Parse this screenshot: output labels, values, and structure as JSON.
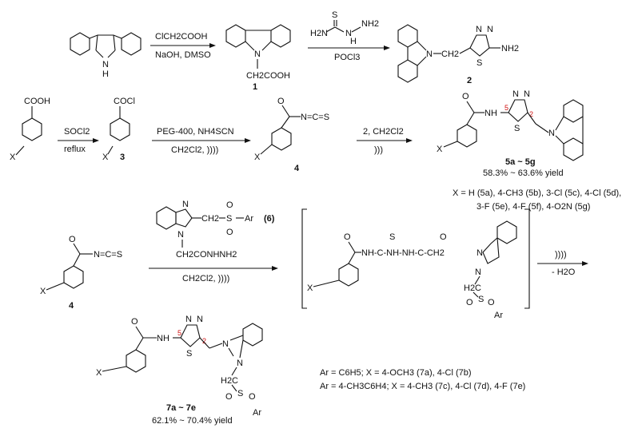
{
  "row1": {
    "reagent1_top": "ClCH2COOH",
    "reagent1_bottom": "NaOH, DMSO",
    "compound1_label": "1",
    "compound1_group": "CH2COOH",
    "nh_label": "H",
    "n_label": "N",
    "thiosemicarbazide": {
      "s": "S",
      "h2n": "H2N",
      "nh": "N",
      "h": "H",
      "nh2": "NH2"
    },
    "reagent2_bottom": "POCl3",
    "compound2_label": "2",
    "compound2_nh2": "NH2",
    "compound2_s": "S",
    "compound2_ch2": "CH2"
  },
  "row2": {
    "cooh": "COOH",
    "reagent3_top": "SOCl2",
    "reagent3_bottom": "reflux",
    "cocl": "COCl",
    "compound3_label": "3",
    "reagent4_top": "PEG-400, NH4SCN",
    "reagent4_bottom": "CH2Cl2, ))))",
    "isothiocyanate": "N=C=S",
    "compound4_label": "4",
    "reagent5_top": "2, CH2Cl2",
    "reagent5_bottom": ")))",
    "product_nh": "NH",
    "product_label": "5a ~ 5g",
    "yield": "58.3% ~ 63.6% yield",
    "pos5": "5",
    "pos2": "2",
    "x_label": "X",
    "o_label": "O",
    "substituents_line1": "X = H (5a), 4-CH3 (5b), 3-Cl (5c), 4-Cl (5d),",
    "substituents_line2": "3-F (5e), 4-F (5f), 4-O2N (5g)"
  },
  "row3": {
    "isothiocyanate": "N=C=S",
    "compound4_label": "4",
    "reagent6_group": "CH2",
    "reagent6_so2": "S",
    "reagent6_ar": "Ar",
    "reagent6_label": "(6)",
    "reagent6_sub": "CH2CONHNH2",
    "reagent6_bottom": "CH2Cl2, ))))",
    "intermediate_chain": "NH-C-NH-NH-C-CH2",
    "intermediate_s": "S",
    "intermediate_h2c": "H2C",
    "intermediate_ar": "Ar",
    "reagent7_top": "))))",
    "reagent7_bottom": "- H2O"
  },
  "row4": {
    "product_nh": "NH",
    "pos5": "5",
    "pos2": "2",
    "product_label": "7a ~ 7e",
    "yield": "62.1% ~ 70.4% yield",
    "h2c": "H2C",
    "ar": "Ar",
    "legend_line1": "Ar = C6H5; X = 4-OCH3 (7a), 4-Cl (7b)",
    "legend_line2": "Ar = 4-CH3C6H4; X = 4-CH3 (7c), 4-Cl (7d), 4-F (7e)"
  }
}
